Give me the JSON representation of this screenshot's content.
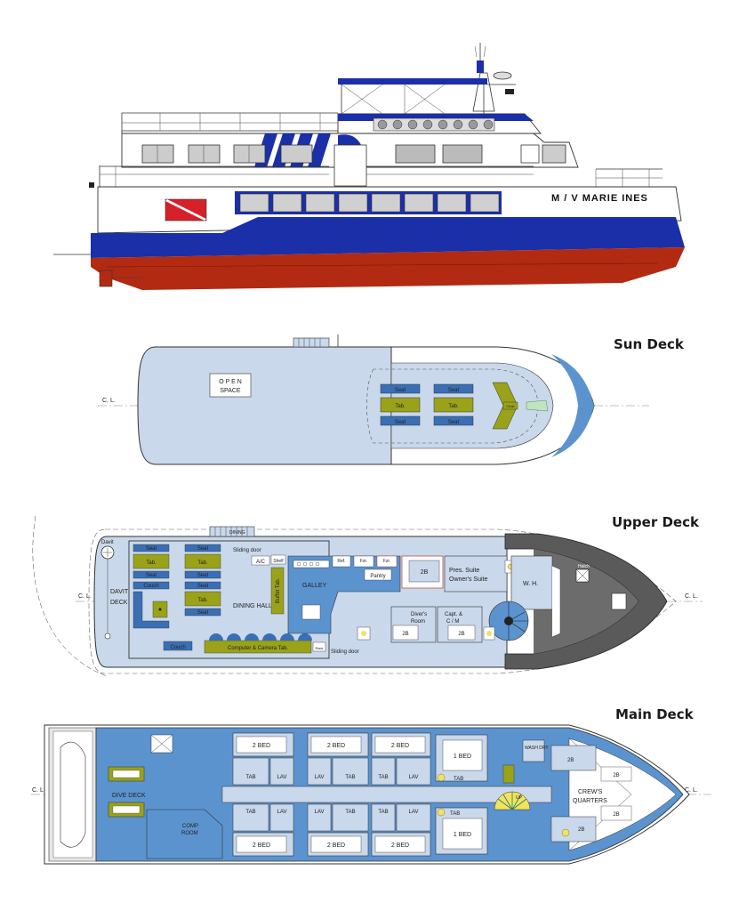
{
  "colors": {
    "hull_blue": "#1b2fa8",
    "hull_red": "#b22a12",
    "deck_light": "#c9d8ea",
    "cabin_blue": "#5b93cf",
    "table_olive": "#9aa21a",
    "seat_blue": "#3a6fb5",
    "wheelhouse_dark": "#5a5a5a"
  },
  "profile": {
    "ship_name": "M / V   MARIE  INES",
    "icons": [
      "dive-flag-icon",
      "radar-icon",
      "antenna-icon"
    ]
  },
  "sun_deck": {
    "title": "Sun Deck",
    "centerline_left": "C. L.",
    "open_space_line1": "O P E N",
    "open_space_line2": "SPACE",
    "seat": "Seat",
    "table": "Tab.",
    "chair": "Chair"
  },
  "upper_deck": {
    "title": "Upper Deck",
    "centerline_left": "C. L.",
    "centerline_right": "C. L.",
    "davit": "Davit",
    "davit_deck_line1": "DAVIT",
    "davit_deck_line2": "DECK",
    "seat": "Seat",
    "table": "Tab.",
    "couch": "Couch",
    "dining_hall": "DINING HALL",
    "sliding_door": "Sliding door",
    "ac": "A/C",
    "shelf": "Shelf",
    "buffet_table": "Buffet Tab.",
    "galley": "GALLEY",
    "pantry": "Pantry",
    "ref": "Ref.",
    "fzr": "Fzr.",
    "bed_2b": "2B",
    "pres_suite": "Pres. Suite",
    "owners_suite": "Owner's Suite",
    "wh": "W. H.",
    "divers_room_line1": "Diver's",
    "divers_room_line2": "Room",
    "capt_cm_line1": "Capt. &",
    "capt_cm_line2": "C / M",
    "computer_camera_table": "Computer & Camera Tab.",
    "rack": "Rack",
    "dining_label": "DINING",
    "hatch": "Hatch"
  },
  "main_deck": {
    "title": "Main Deck",
    "centerline_left": "C. L.",
    "centerline_right": "C. L.",
    "dive_deck": "DIVE DECK",
    "comp_room_line1": "COMP",
    "comp_room_line2": "ROOM",
    "two_bed": "2 BED",
    "one_bed": "1 BED",
    "tab": "TAB",
    "lav": "LAV",
    "bed_2b": "2B",
    "crews_quarters_line1": "CREW'S",
    "crews_quarters_line2": "QUARTERS",
    "wash_dry": "WASH DRY",
    "stairs": "UP"
  }
}
